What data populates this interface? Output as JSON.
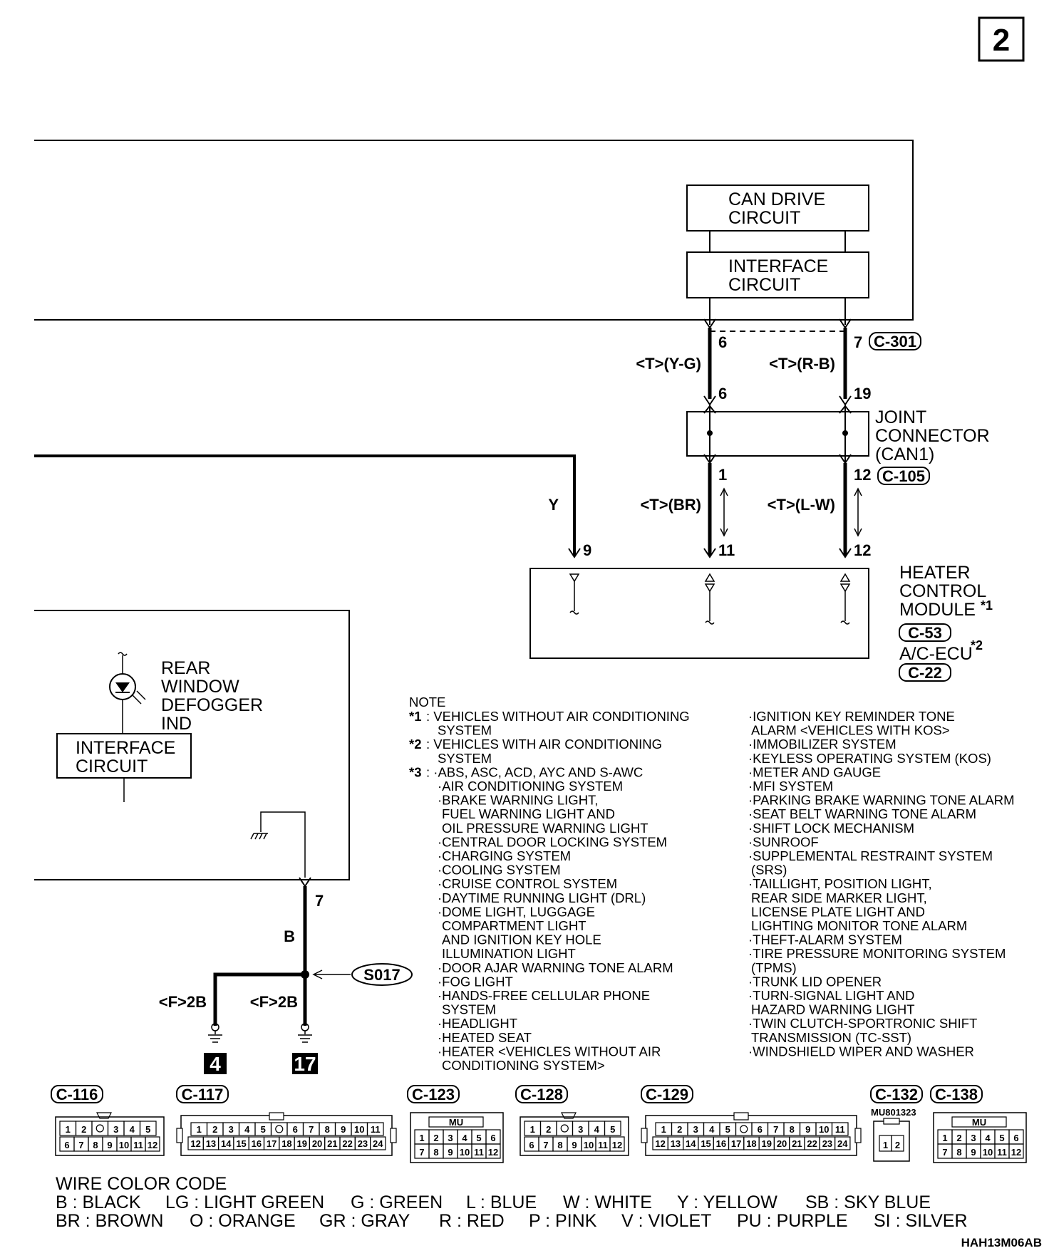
{
  "page_number": "2",
  "diagram_code": "HAH13M06AB",
  "blocks": {
    "can_drive": [
      "CAN DRIVE",
      "CIRCUIT"
    ],
    "interface_top": [
      "INTERFACE",
      "CIRCUIT"
    ],
    "joint_connector": [
      "JOINT",
      "CONNECTOR",
      "(CAN1)"
    ],
    "heater_module": [
      "HEATER",
      "CONTROL",
      "MODULE"
    ],
    "heater_mark": "*1",
    "ac_ecu": "A/C-ECU",
    "ac_mark": "*2",
    "rear_defogger": [
      "REAR",
      "WINDOW",
      "DEFOGGER",
      "IND"
    ],
    "interface_left": [
      "INTERFACE",
      "CIRCUIT"
    ]
  },
  "connectors": {
    "c301": "C-301",
    "c105": "C-105",
    "c53": "C-53",
    "c22": "C-22",
    "s017": "S017"
  },
  "wires": {
    "yg": "<T>(Y-G)",
    "rb": "<T>(R-B)",
    "br": "<T>(BR)",
    "lw": "<T>(L-W)",
    "y": "Y",
    "b": "B",
    "f2b_left": "<F>2B",
    "f2b_right": "<F>2B"
  },
  "pins": {
    "p6a": "6",
    "p7a": "7",
    "p6b": "6",
    "p19": "19",
    "p1": "1",
    "p12a": "12",
    "p9": "9",
    "p11": "11",
    "p12b": "12",
    "p7b": "7"
  },
  "grounds": {
    "g1": "4",
    "g2": "17"
  },
  "notes": {
    "title": "NOTE",
    "left": [
      {
        "mark": "*1",
        "text": ": VEHICLES WITHOUT AIR CONDITIONING"
      },
      {
        "mark": "",
        "text": "SYSTEM"
      },
      {
        "mark": "*2",
        "text": ": VEHICLES WITH AIR CONDITIONING"
      },
      {
        "mark": "",
        "text": "SYSTEM"
      },
      {
        "mark": "*3",
        "text": ": ·ABS, ASC, ACD, AYC AND S-AWC"
      },
      {
        "mark": "",
        "text": "·AIR CONDITIONING SYSTEM"
      },
      {
        "mark": "",
        "text": "·BRAKE WARNING LIGHT,"
      },
      {
        "mark": "",
        "text": "FUEL WARNING LIGHT AND"
      },
      {
        "mark": "",
        "text": "OIL PRESSURE WARNING LIGHT"
      },
      {
        "mark": "",
        "text": "·CENTRAL DOOR LOCKING SYSTEM"
      },
      {
        "mark": "",
        "text": "·CHARGING SYSTEM"
      },
      {
        "mark": "",
        "text": "·COOLING SYSTEM"
      },
      {
        "mark": "",
        "text": "·CRUISE CONTROL SYSTEM"
      },
      {
        "mark": "",
        "text": "·DAYTIME RUNNING LIGHT (DRL)"
      },
      {
        "mark": "",
        "text": "·DOME LIGHT, LUGGAGE"
      },
      {
        "mark": "",
        "text": "COMPARTMENT LIGHT"
      },
      {
        "mark": "",
        "text": "AND IGNITION KEY HOLE"
      },
      {
        "mark": "",
        "text": "ILLUMINATION LIGHT"
      },
      {
        "mark": "",
        "text": "·DOOR AJAR WARNING TONE ALARM"
      },
      {
        "mark": "",
        "text": "·FOG LIGHT"
      },
      {
        "mark": "",
        "text": "·HANDS-FREE CELLULAR PHONE"
      },
      {
        "mark": "",
        "text": "SYSTEM"
      },
      {
        "mark": "",
        "text": "·HEADLIGHT"
      },
      {
        "mark": "",
        "text": "·HEATED SEAT"
      },
      {
        "mark": "",
        "text": "·HEATER <VEHICLES WITHOUT AIR"
      },
      {
        "mark": "",
        "text": "CONDITIONING SYSTEM>"
      }
    ],
    "right": [
      "·IGNITION KEY REMINDER TONE",
      "ALARM <VEHICLES WITH KOS>",
      "·IMMOBILIZER SYSTEM",
      "·KEYLESS OPERATING SYSTEM (KOS)",
      "·METER AND GAUGE",
      "·MFI SYSTEM",
      "·PARKING BRAKE WARNING TONE ALARM",
      "·SEAT BELT WARNING TONE ALARM",
      "·SHIFT LOCK MECHANISM",
      "·SUNROOF",
      "·SUPPLEMENTAL RESTRAINT SYSTEM",
      "(SRS)",
      "·TAILLIGHT, POSITION LIGHT,",
      "REAR SIDE MARKER LIGHT,",
      "LICENSE PLATE LIGHT AND",
      "LIGHTING MONITOR TONE ALARM",
      "·THEFT-ALARM SYSTEM",
      "·TIRE PRESSURE MONITORING SYSTEM",
      "(TPMS)",
      "·TRUNK LID OPENER",
      "·TURN-SIGNAL LIGHT AND",
      "HAZARD WARNING LIGHT",
      "·TWIN CLUTCH-SPORTRONIC SHIFT",
      "TRANSMISSION (TC-SST)",
      "·WINDSHIELD WIPER AND WASHER"
    ]
  },
  "connector_faces": {
    "c116": {
      "name": "C-116",
      "top": [
        "1",
        "2",
        "",
        "3",
        "4",
        "5"
      ],
      "bottom": [
        "6",
        "7",
        "8",
        "9",
        "10",
        "11",
        "12"
      ]
    },
    "c117": {
      "name": "C-117",
      "top": [
        "1",
        "2",
        "3",
        "4",
        "5",
        "",
        "6",
        "7",
        "8",
        "9",
        "10",
        "11"
      ],
      "bottom": [
        "12",
        "13",
        "14",
        "15",
        "16",
        "17",
        "18",
        "19",
        "20",
        "21",
        "22",
        "23",
        "24"
      ]
    },
    "c123": {
      "name": "C-123",
      "tag": "MU",
      "top": [
        "1",
        "2",
        "3",
        "4",
        "5",
        "6"
      ],
      "bottom": [
        "7",
        "8",
        "9",
        "10",
        "11",
        "12"
      ]
    },
    "c128": {
      "name": "C-128",
      "top": [
        "1",
        "2",
        "",
        "3",
        "4",
        "5"
      ],
      "bottom": [
        "6",
        "7",
        "8",
        "9",
        "10",
        "11",
        "12"
      ]
    },
    "c129": {
      "name": "C-129",
      "top": [
        "1",
        "2",
        "3",
        "4",
        "5",
        "",
        "6",
        "7",
        "8",
        "9",
        "10",
        "11"
      ],
      "bottom": [
        "12",
        "13",
        "14",
        "15",
        "16",
        "17",
        "18",
        "19",
        "20",
        "21",
        "22",
        "23",
        "24"
      ]
    },
    "c132": {
      "name": "C-132",
      "part": "MU801323",
      "pins": [
        "1",
        "2"
      ]
    },
    "c138": {
      "name": "C-138",
      "tag": "MU",
      "top": [
        "1",
        "2",
        "3",
        "4",
        "5",
        "6"
      ],
      "bottom": [
        "7",
        "8",
        "9",
        "10",
        "11",
        "12"
      ]
    }
  },
  "wire_color_code": {
    "title": "WIRE COLOR CODE",
    "row1": [
      "B : BLACK",
      "LG : LIGHT GREEN",
      "G : GREEN",
      "L : BLUE",
      "W : WHITE",
      "Y : YELLOW",
      "SB : SKY BLUE"
    ],
    "row2": [
      "BR : BROWN",
      "O : ORANGE",
      "GR : GRAY",
      "R : RED",
      "P : PINK",
      "V : VIOLET",
      "PU : PURPLE",
      "SI : SILVER"
    ]
  }
}
